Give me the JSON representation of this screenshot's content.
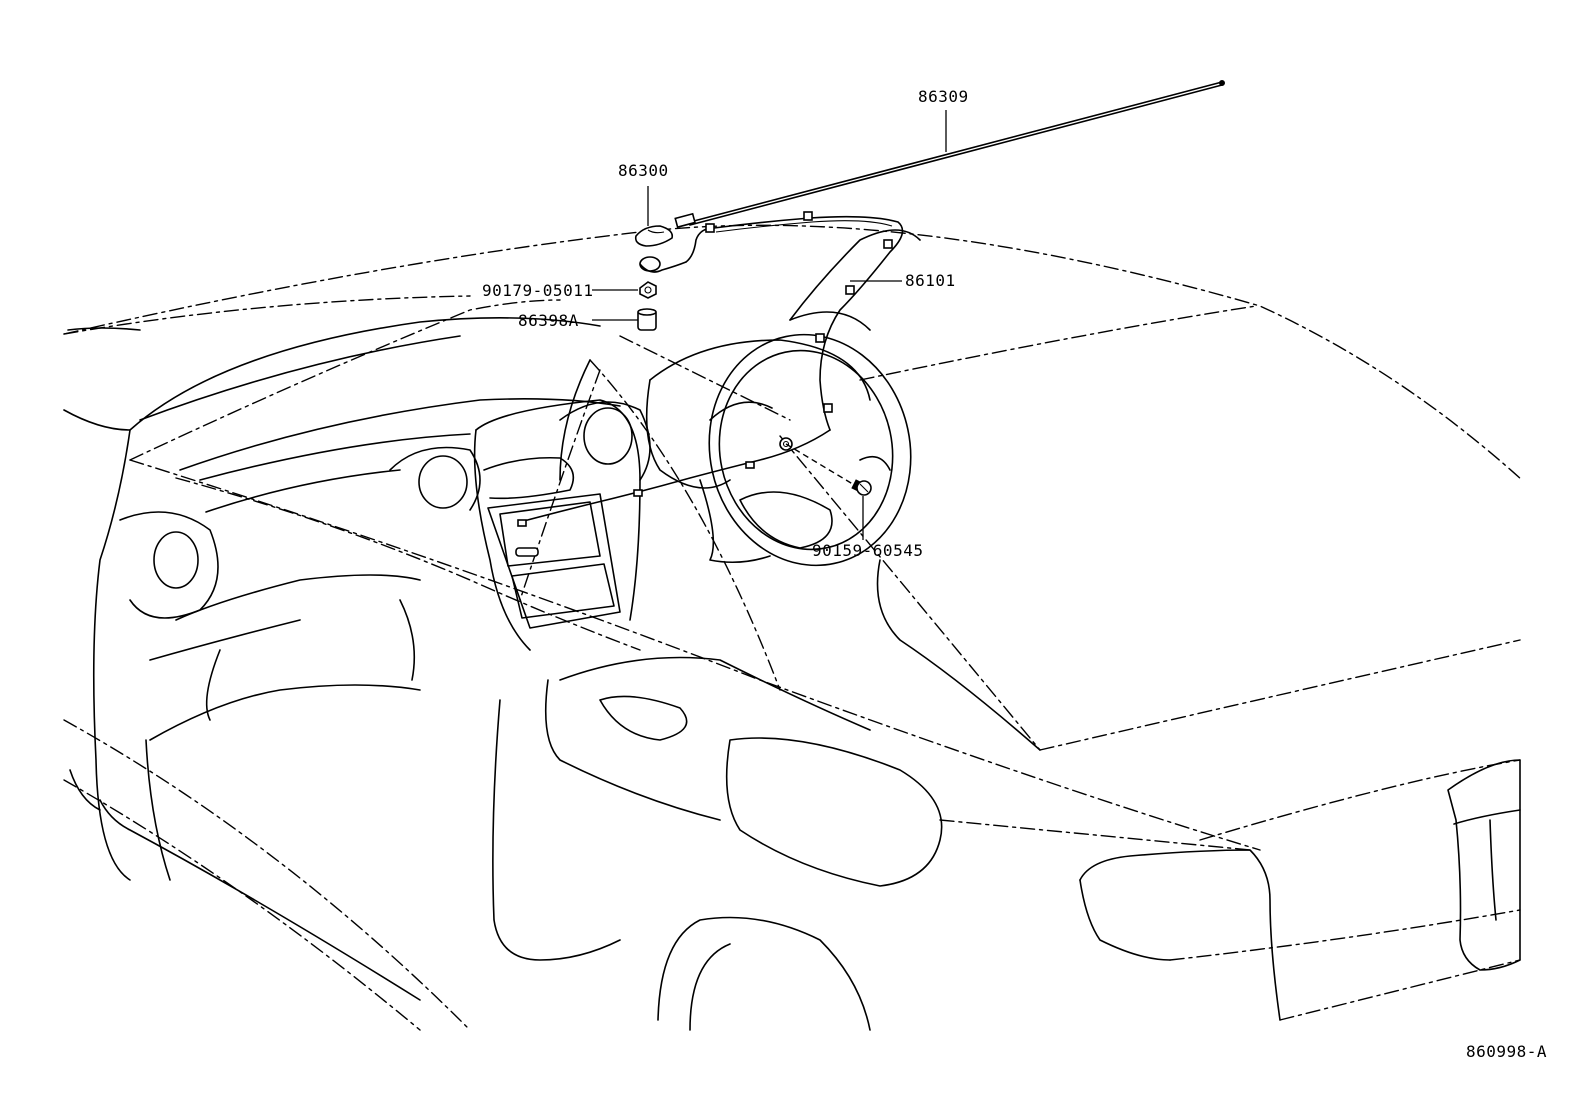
{
  "labels": {
    "mast": "86309",
    "antenna_base": "86300",
    "nut": "90179-05011",
    "spacer": "86398A",
    "cable": "86101",
    "clip": "90159-60545",
    "figure_code": "860998-A"
  },
  "colors": {
    "ink": "#000000",
    "paper": "#ffffff"
  }
}
